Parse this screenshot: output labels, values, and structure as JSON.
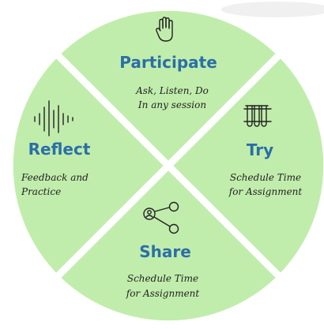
{
  "colors": {
    "quadrant_fill": "#c1edac",
    "gap": "#ffffff",
    "title": "#2b6fa6",
    "desc": "#222222",
    "icon": "#222222"
  },
  "quadrants": {
    "top": {
      "title": "Participate",
      "lines": [
        "Ask, Listen, Do",
        "In any session"
      ],
      "icon": "hand-icon"
    },
    "right": {
      "title": "Try",
      "lines": [
        "Schedule Time",
        "for Assignment"
      ],
      "icon": "test-tubes-icon"
    },
    "bottom": {
      "title": "Share",
      "lines": [
        "Schedule Time",
        "for Assignment"
      ],
      "icon": "share-icon"
    },
    "left": {
      "title": "Reflect",
      "lines": [
        "Feedback and",
        "Practice"
      ],
      "icon": "sound-wave-icon"
    }
  }
}
